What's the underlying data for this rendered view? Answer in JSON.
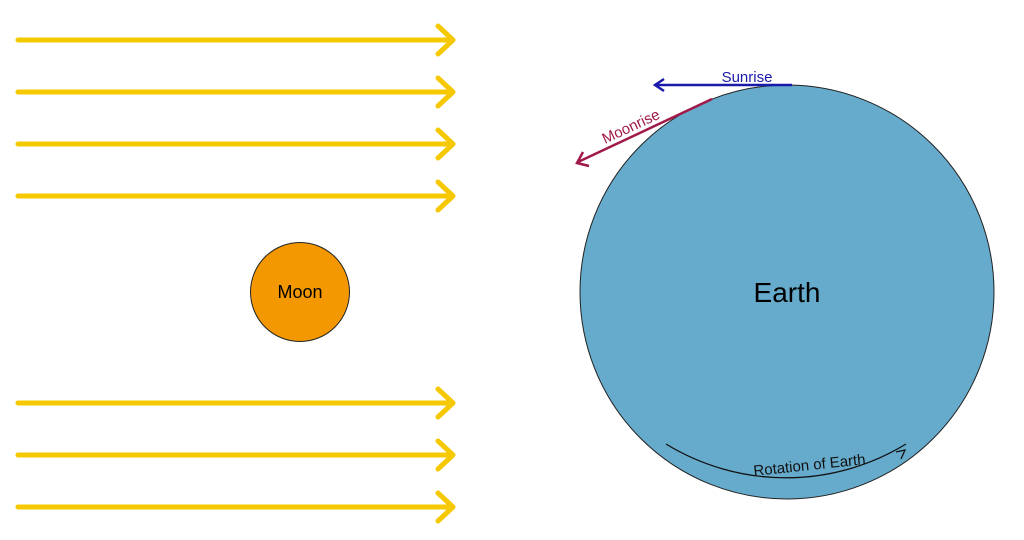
{
  "bodies": {
    "moon": {
      "label": "Moon",
      "fill": "#F39800"
    },
    "earth": {
      "label": "Earth",
      "fill": "#66ABCB"
    }
  },
  "rays": {
    "color": "#F5C800",
    "upper_count": 4,
    "lower_count": 3
  },
  "annotations": {
    "sunrise": {
      "label": "Sunrise",
      "color": "#1A1AAA"
    },
    "moonrise": {
      "label": "Moonrise",
      "color": "#A0194A"
    },
    "rotation": {
      "label": "Rotation of Earth",
      "color": "#111111"
    }
  }
}
